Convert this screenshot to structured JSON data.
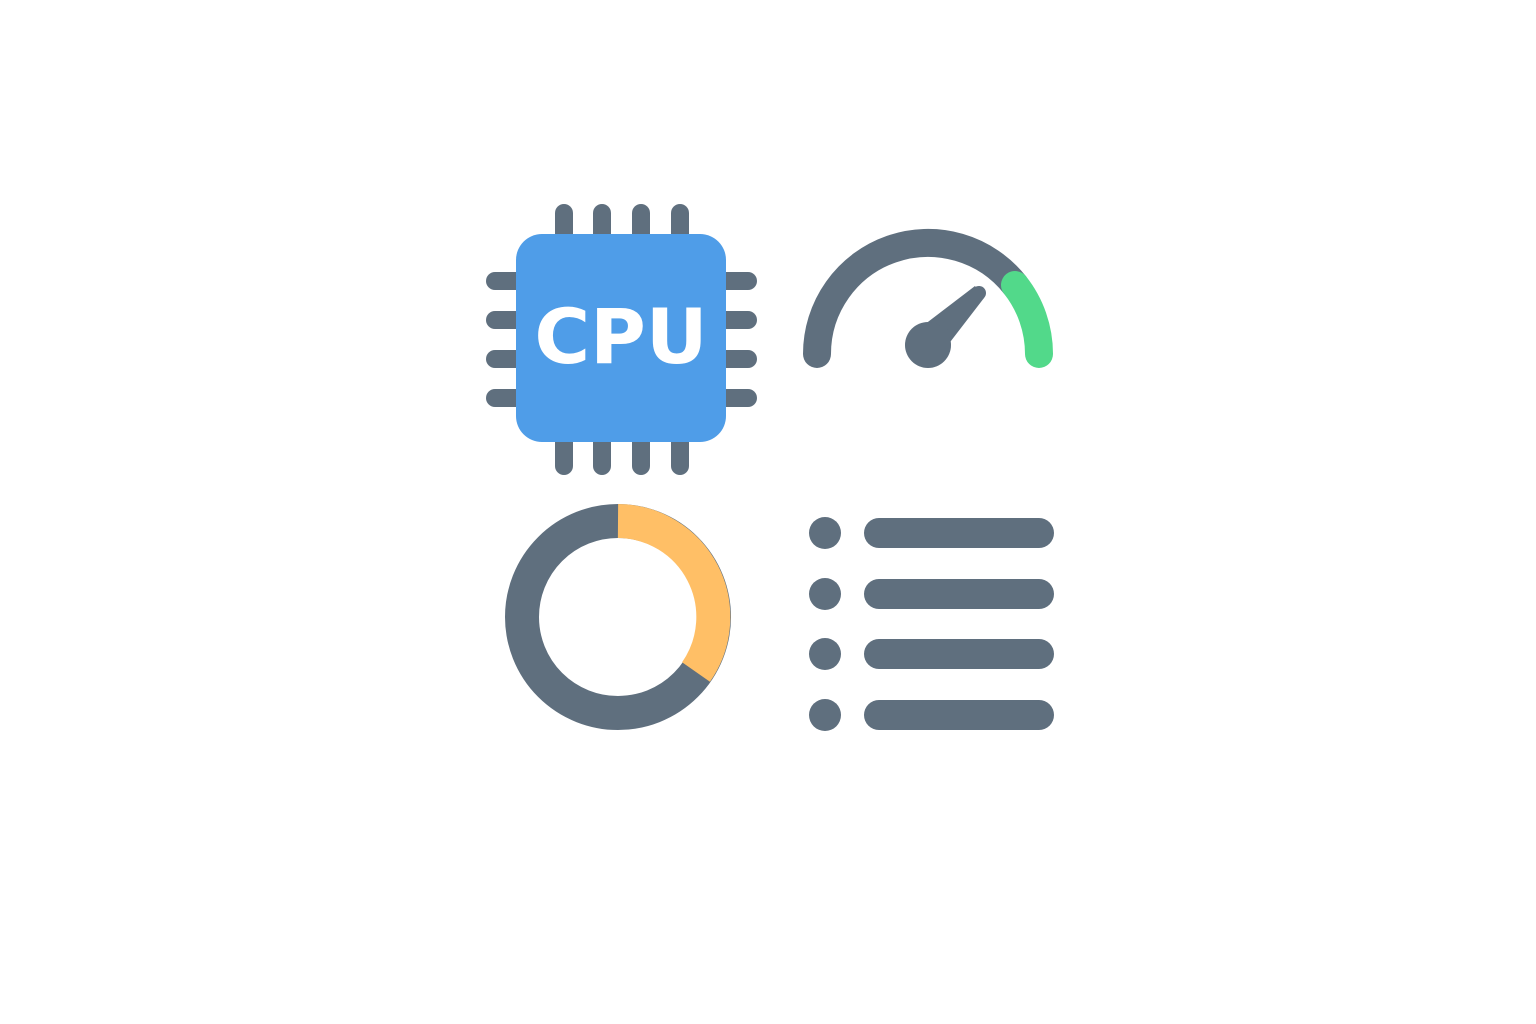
{
  "cpu_chip": {
    "label": "CPU",
    "body_color": "#4f9de8",
    "pin_color": "#5f6f7e",
    "label_color": "#ffffff",
    "icon": "cpu-chip-icon"
  },
  "speedometer": {
    "icon": "speedometer-icon",
    "track_color": "#5f6f7e",
    "highlight_color": "#52d98a",
    "needle_color": "#5f6f7e"
  },
  "donut": {
    "icon": "donut-chart-icon",
    "highlight_fraction": 0.35,
    "base_color": "#5f6f7e",
    "highlight_color": "#ffbf66"
  },
  "list": {
    "icon": "list-icon",
    "item_count": 4,
    "color": "#5f6f7e"
  }
}
